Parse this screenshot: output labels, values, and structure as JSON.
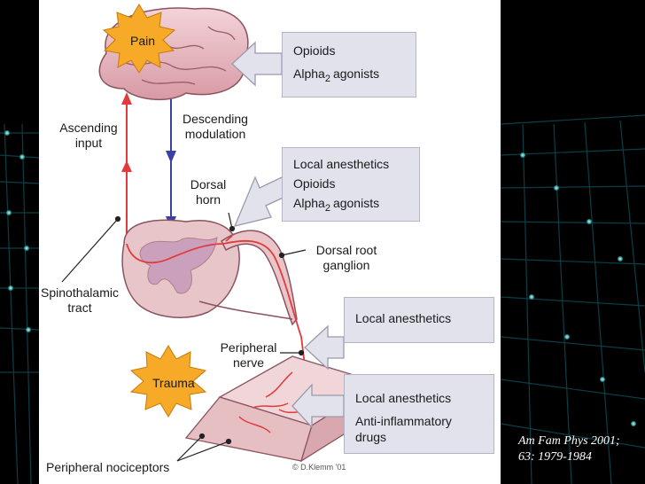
{
  "pain_label": "Pain",
  "trauma_label": "Trauma",
  "labels": {
    "ascending": "Ascending\ninput",
    "descending": "Descending\nmodulation",
    "dorsal_horn": "Dorsal\nhorn",
    "dorsal_root": "Dorsal root\nganglion",
    "spinothalamic": "Spinothalamic\ntract",
    "peripheral_nerve": "Peripheral\nnerve",
    "peripheral_nociceptors": "Peripheral nociceptors"
  },
  "boxes": {
    "brain": {
      "line1": "Opioids",
      "line2_main": "Alpha",
      "line2_sub": "2",
      "line2_rest": "agonists"
    },
    "spinal": {
      "line1": "Local anesthetics",
      "line2": "Opioids",
      "line3_main": "Alpha",
      "line3_sub": "2",
      "line3_rest": "agonists"
    },
    "nerve": {
      "line1": "Local anesthetics"
    },
    "skin": {
      "line1": "Local anesthetics",
      "line2": "Anti-inflammatory",
      "line3": "drugs"
    }
  },
  "copyright": "© D.Klemm '01",
  "citation": {
    "line1": "Am Fam Phys 2001;",
    "line2": "63: 1979-1984"
  },
  "colors": {
    "ascending_arrow": "#e23b3b",
    "descending_arrow": "#3b3fa8",
    "star": "#f7a928",
    "tissue": "#e8c5c8",
    "box": "#e2e2ec"
  }
}
